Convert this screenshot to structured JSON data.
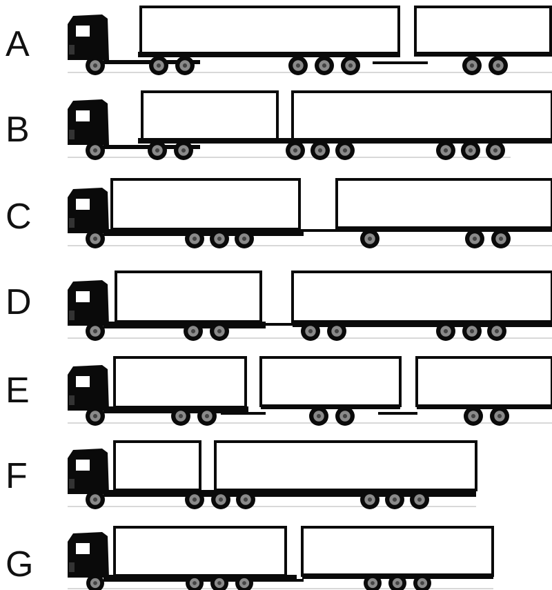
{
  "rows": [
    {
      "label": "A"
    },
    {
      "label": "B"
    },
    {
      "label": "C"
    },
    {
      "label": "D"
    },
    {
      "label": "E"
    },
    {
      "label": "F"
    },
    {
      "label": "G"
    }
  ],
  "colors": {
    "ink": "#0a0a0a",
    "wheel_hub": "#8a8a8a",
    "ground": "#cccccc",
    "box_fill": "#ffffff"
  }
}
